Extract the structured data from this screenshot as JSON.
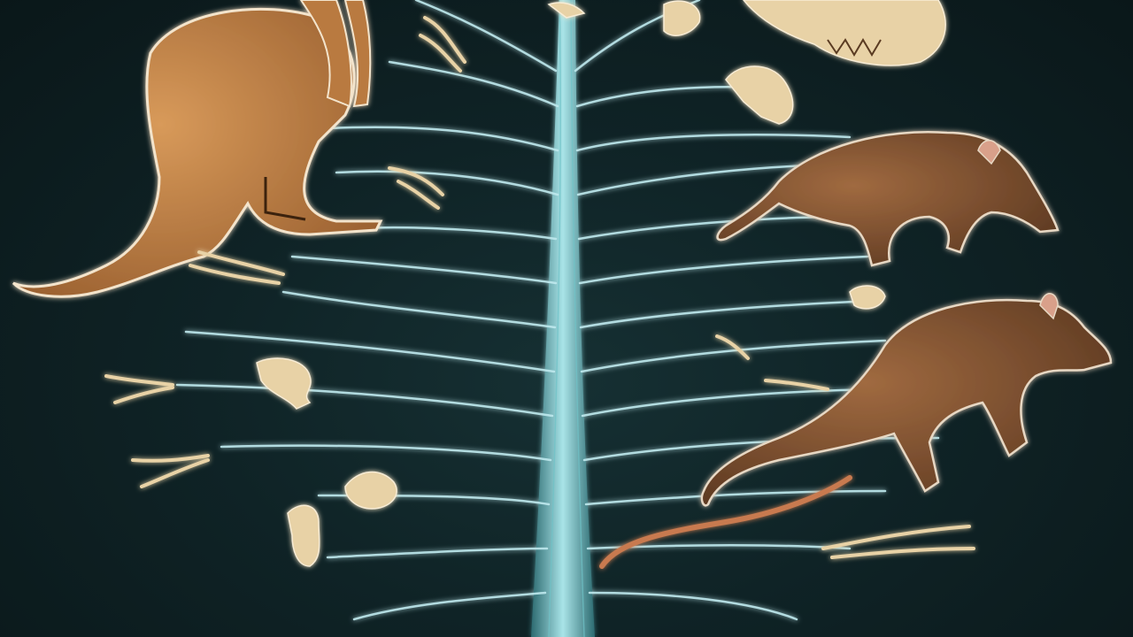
{
  "image": {
    "kind": "illustration",
    "palette": {
      "background": "#0f2326",
      "branch": "#bfe9ee",
      "trunk": "#8fd3d8",
      "bone": "#e8d2a6",
      "kangaroo_fur": "#c9884a",
      "mammal_fur": "#8a5a36",
      "outline_glow": "#dff6f8"
    },
    "elements": [
      {
        "name": "evolutionary-tree",
        "kind": "branching-diagram"
      },
      {
        "name": "kangaroo",
        "kind": "animal"
      },
      {
        "name": "long-snouted-marsupial",
        "kind": "animal"
      },
      {
        "name": "thylacine-like-marsupial",
        "kind": "animal"
      },
      {
        "name": "skull-fossil",
        "kind": "fossil"
      },
      {
        "name": "bone-fossils",
        "kind": "fossil"
      },
      {
        "name": "claw-fossils",
        "kind": "fossil"
      }
    ]
  }
}
